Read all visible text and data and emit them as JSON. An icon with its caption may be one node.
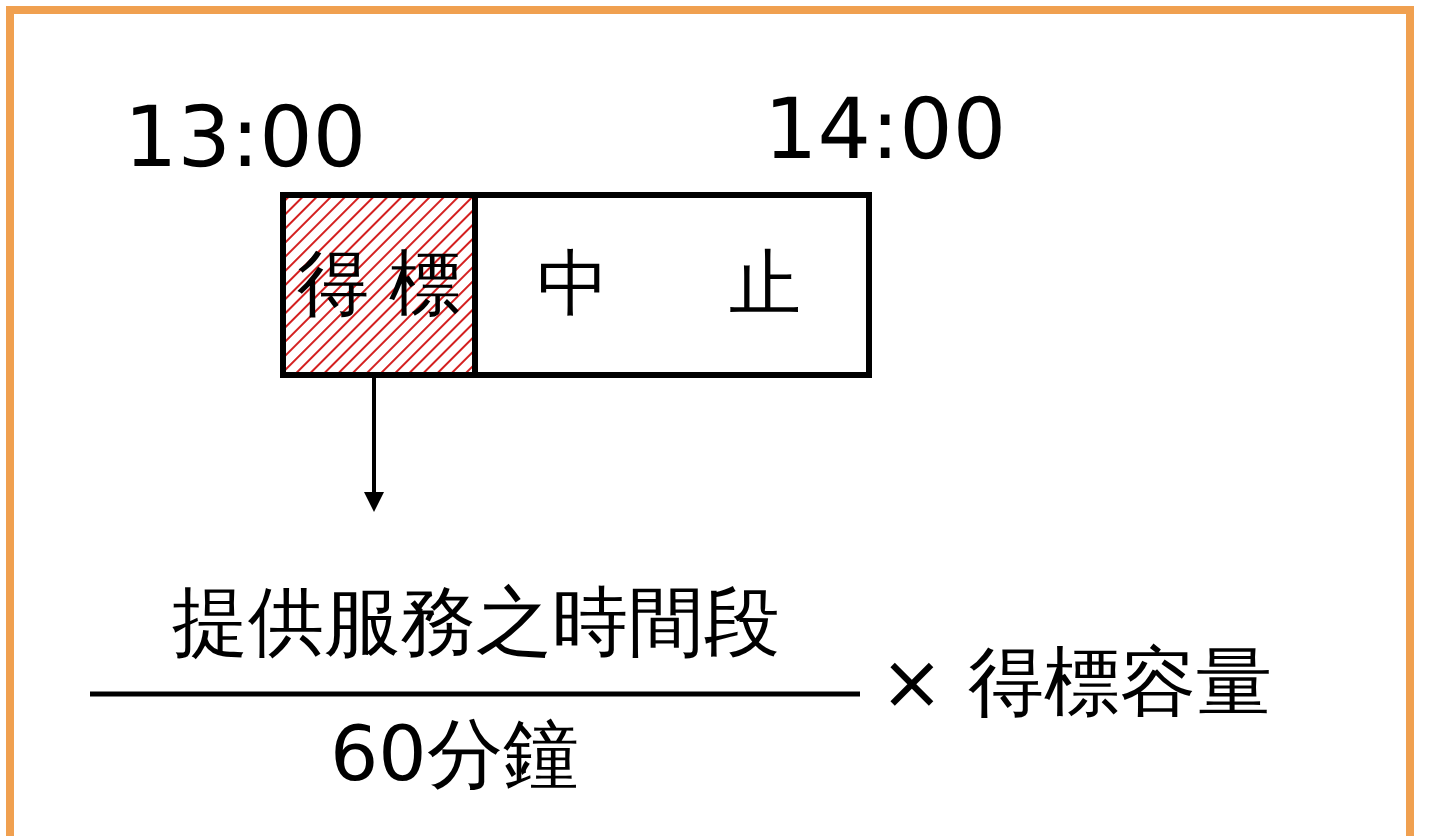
{
  "diagram": {
    "nodes": [
      {
        "text": [
          "得標"
        ]
      },
      {
        "text": [
          "中止"
        ]
      },
      {
        "text": [
          "提供服務之時間段"
        ]
      }
    ],
    "edges": [
      {
        "from": 0,
        "to": 2,
        "arrow": "to"
      }
    ],
    "labels": [
      "13:00",
      "14:00",
      "60分鐘",
      "× 得標容量"
    ]
  }
}
